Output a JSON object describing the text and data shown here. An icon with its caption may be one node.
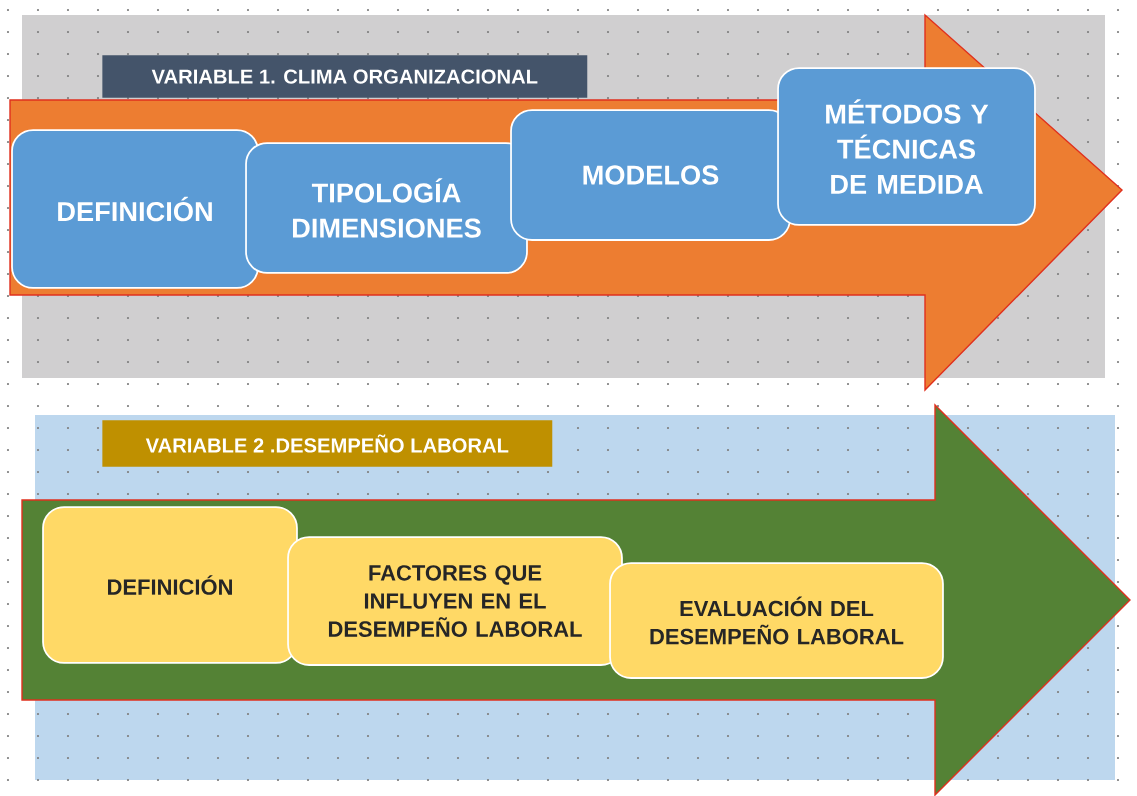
{
  "diagram": {
    "nodes": [
      {
        "text": [
          "VARIABLE 1. CLIMA ORGANIZACIONAL"
        ]
      },
      {
        "text": [
          "DEFINICIÓN"
        ]
      },
      {
        "text": [
          "TIPOLOGÍA DIMENSIONES"
        ]
      },
      {
        "text": [
          "MODELOS"
        ]
      },
      {
        "text": [
          "MÉTODOS Y TÉCNICAS DE MEDIDA"
        ]
      },
      {
        "text": [
          "VARIABLE 2 .DESEMPEÑO LABORAL"
        ]
      },
      {
        "text": [
          "DEFINICIÓN"
        ]
      },
      {
        "text": [
          "FACTORES QUE INFLUYEN EN EL DESEMPEÑO LABORAL"
        ]
      },
      {
        "text": [
          "EVALUACIÓN DEL DESEMPEÑO  LABORAL"
        ]
      }
    ]
  }
}
